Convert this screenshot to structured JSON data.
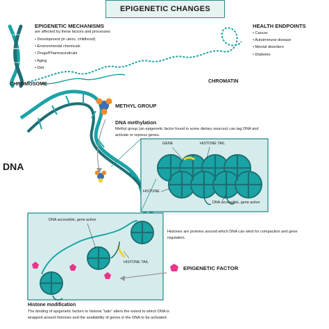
{
  "title": "EPIGENETIC CHANGES",
  "mechanisms": {
    "heading": "EPIGENETIC MECHANISMS",
    "intro": "are affected by these factors and processes:",
    "items": [
      "Development (in utero, childhood)",
      "Environmental chemicals",
      "Drugs/Pharmaceuticals",
      "Aging",
      "Diet"
    ]
  },
  "health": {
    "heading": "HEALTH ENDPOINTS",
    "items": [
      "Cancer",
      "Autoimmune disease",
      "Mental disorders",
      "Diabetes"
    ]
  },
  "labels": {
    "chromosome": "CHROMOSOME",
    "chromatin": "CHROMATIN",
    "methyl_group": "METHYL GROUP",
    "dna": "DNA",
    "gene": "GENE",
    "histone_tail_top": "HISTONE TAIL",
    "histone": "HISTONE",
    "dna_accessible_right": "DNA accessible, gene active",
    "dna_accessible_left": "DNA accessible, gene active",
    "histone_tail_bottom": "HISTONE TAIL",
    "epigenetic_factor": "EPIGENETIC FACTOR"
  },
  "methylation": {
    "heading": "DNA methylation",
    "text": "Methyl group (an epigenetic factor found in some dietary sources) can tag DNA and activate or repress genes."
  },
  "histones_note": "Histones are proteins around which DNA can wind for compaction and gene regulation.",
  "modification": {
    "heading": "Histone modification",
    "text": "The binding of epigenetic factors to histone “tails” alters the extent to which DNA is wrapped around histones and the availability of genes in the DNA to be activated."
  },
  "colors": {
    "teal": "#1aa3a5",
    "dark_teal": "#1d6f73",
    "panel": "#d6ecec",
    "orange": "#f08c2a",
    "blue": "#3a6fb5",
    "yellow": "#f2d22e",
    "pink": "#e8348a"
  }
}
